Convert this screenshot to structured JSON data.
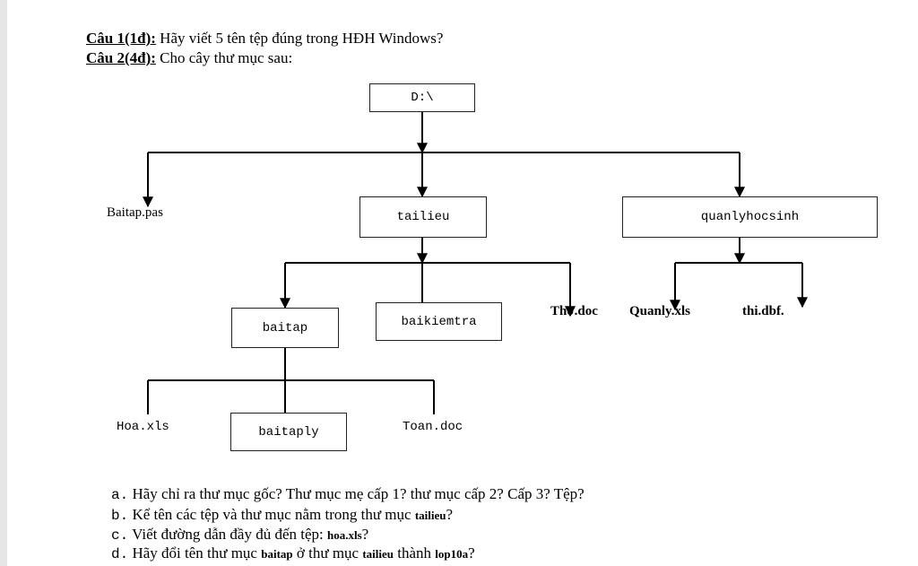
{
  "questions": {
    "q1": {
      "label": "Câu 1(1đ):",
      "text": " Hãy viết 5 tên tệp đúng trong HĐH Windows?"
    },
    "q2": {
      "label": "Câu 2(4đ):",
      "text": " Cho cây thư mục sau:"
    }
  },
  "tree": {
    "root": "D:\\",
    "baitap_pas": "Baitap.pas",
    "tailieu": "tailieu",
    "quanlyhocsinh": "quanlyhocsinh",
    "baitap": "baitap",
    "baikiemtra": "baikiemtra",
    "tho_doc": "Thơ.doc",
    "quanly_xls": "Quanly.xls",
    "thi_dbf": "thi.dbf.",
    "hoa_xls": "Hoa.xls",
    "baitaply": "baitaply",
    "toan_doc": "Toan.doc"
  },
  "subquestions": {
    "a": {
      "marker": "a.",
      "text": "Hãy chỉ ra thư mục gốc? Thư mục mẹ cấp 1? thư mục cấp 2? Cấp 3? Tệp?"
    },
    "b": {
      "marker": "b.",
      "text": "Kể tên các tệp và thư mục nằm trong thư mục ",
      "em": "tailieu",
      "end": "?"
    },
    "c": {
      "marker": "c.",
      "text": "Viết đường dẫn đầy đủ đến tệp: ",
      "em": "hoa.xls",
      "end": "?"
    },
    "d": {
      "marker": "d.",
      "text": "Hãy đổi tên thư mục ",
      "em1": "baitap",
      "mid1": " ở thư mục ",
      "em2": "tailieu",
      "mid2": " thành ",
      "em3": "lop10a",
      "end": "?"
    }
  }
}
